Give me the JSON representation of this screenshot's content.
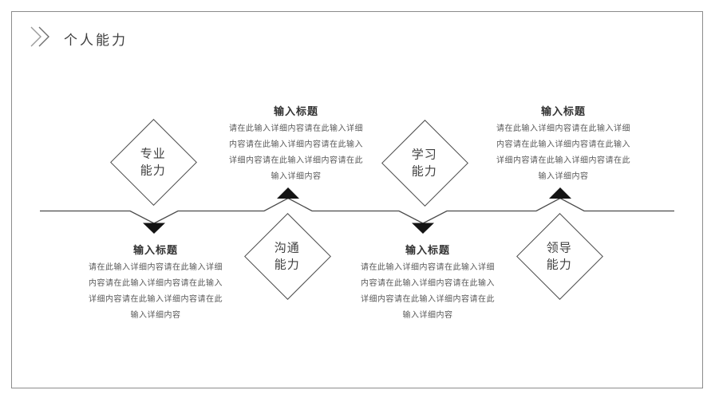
{
  "slide": {
    "title": "个人能力"
  },
  "colors": {
    "line": "#4a4a4a",
    "triangle_marker": "#141414",
    "diamond_border": "#4a4a4a",
    "title_text": "#3f3f3f",
    "block_title_text": "#333333",
    "body_text": "#595959",
    "slide_border": "#8c8c8c"
  },
  "diamonds": [
    {
      "label_line1": "专业",
      "label_line2": "能力",
      "placement": "top"
    },
    {
      "label_line1": "沟通",
      "label_line2": "能力",
      "placement": "bottom"
    },
    {
      "label_line1": "学习",
      "label_line2": "能力",
      "placement": "top"
    },
    {
      "label_line1": "领导",
      "label_line2": "能力",
      "placement": "bottom"
    }
  ],
  "blocks": [
    {
      "title": "输入标题",
      "placement": "bottom-left",
      "lines": [
        "请在此输入详细内容请在此输入详细",
        "内容请在此输入详细内容请在此输入",
        "详细内容请在此输入详细内容请在此",
        "输入详细内容"
      ]
    },
    {
      "title": "输入标题",
      "placement": "top-center-left",
      "lines": [
        "请在此输入详细内容请在此输入详细",
        "内容请在此输入详细内容请在此输入",
        "详细内容请在此输入详细内容请在此",
        "输入详细内容"
      ]
    },
    {
      "title": "输入标题",
      "placement": "bottom-center-right",
      "lines": [
        "请在此输入详细内容请在此输入详细",
        "内容请在此输入详细内容请在此输入",
        "详细内容请在此输入详细内容请在此",
        "输入详细内容"
      ]
    },
    {
      "title": "输入标题",
      "placement": "top-right",
      "lines": [
        "请在此输入详细内容请在此输入详细",
        "内容请在此输入详细内容请在此输入",
        "详细内容请在此输入详细内容请在此",
        "输入详细内容"
      ]
    }
  ],
  "timeline": {
    "markers": [
      "down",
      "up",
      "down",
      "up"
    ]
  }
}
